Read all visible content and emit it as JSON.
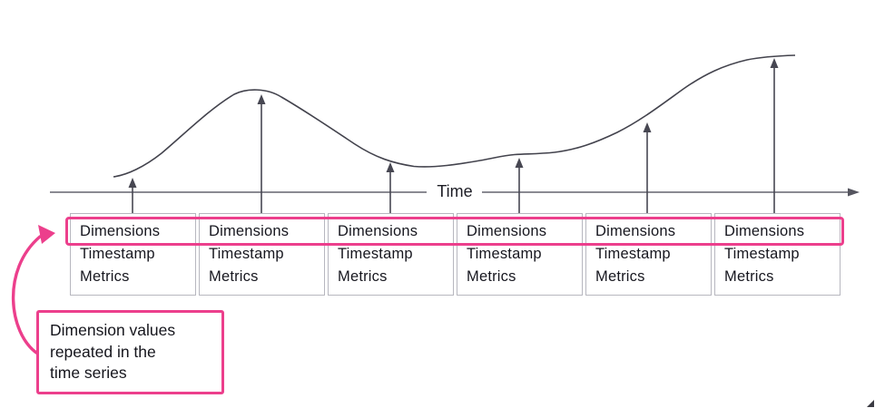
{
  "axis": {
    "label": "Time"
  },
  "records": [
    {
      "dimensions": "Dimensions",
      "timestamp": "Timestamp",
      "metrics": "Metrics"
    },
    {
      "dimensions": "Dimensions",
      "timestamp": "Timestamp",
      "metrics": "Metrics"
    },
    {
      "dimensions": "Dimensions",
      "timestamp": "Timestamp",
      "metrics": "Metrics"
    },
    {
      "dimensions": "Dimensions",
      "timestamp": "Timestamp",
      "metrics": "Metrics"
    },
    {
      "dimensions": "Dimensions",
      "timestamp": "Timestamp",
      "metrics": "Metrics"
    },
    {
      "dimensions": "Dimensions",
      "timestamp": "Timestamp",
      "metrics": "Metrics"
    }
  ],
  "callout": {
    "lines": [
      "Dimension values",
      "repeated in the",
      "time series"
    ]
  },
  "colors": {
    "accent_pink": "#EC3F8C",
    "curve_dark": "#43434d",
    "axis_gray": "#7a7a83",
    "box_border": "#b7b7bf",
    "text": "#17171f"
  }
}
